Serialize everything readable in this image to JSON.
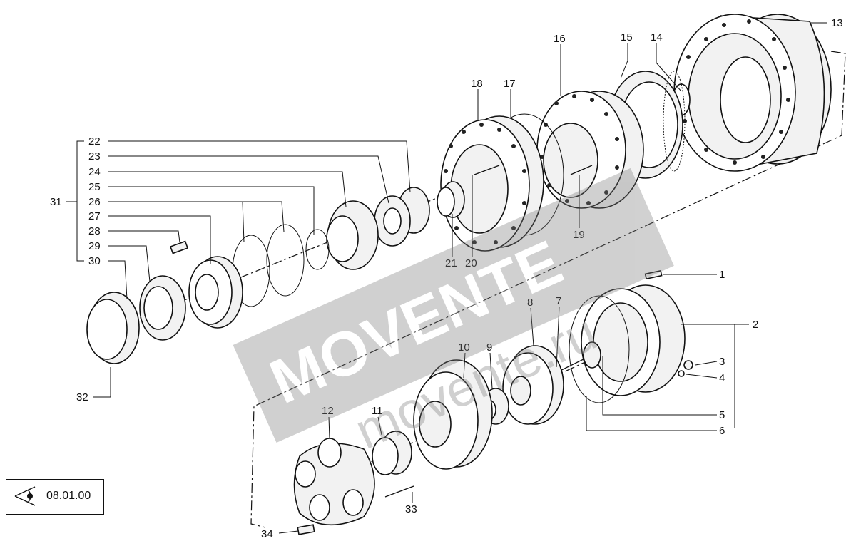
{
  "diagram": {
    "callouts": {
      "c1": "1",
      "c2": "2",
      "c3": "3",
      "c4": "4",
      "c5": "5",
      "c6": "6",
      "c7": "7",
      "c8": "8",
      "c9": "9",
      "c10": "10",
      "c11": "11",
      "c12": "12",
      "c13": "13",
      "c14": "14",
      "c15": "15",
      "c16": "16",
      "c17": "17",
      "c18": "18",
      "c19": "19",
      "c20": "20",
      "c21": "21",
      "c22": "22",
      "c23": "23",
      "c24": "24",
      "c25": "25",
      "c26": "26",
      "c27": "27",
      "c28": "28",
      "c29": "29",
      "c30": "30",
      "c31": "31",
      "c32": "32",
      "c33": "33",
      "c34": "34"
    },
    "reference_code": "08.01.00",
    "watermark": {
      "brand": "MOVENTE",
      "domain": "movente.ru"
    }
  }
}
